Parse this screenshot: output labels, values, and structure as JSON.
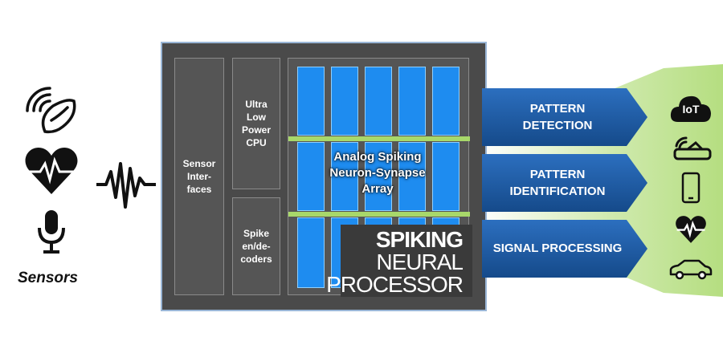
{
  "sensors": {
    "label": "Sensors",
    "icons": [
      "nfc-signal-icon",
      "heart-rate-icon",
      "microphone-icon"
    ]
  },
  "chip": {
    "sensor_interfaces": "Sensor\nInter-\nfaces",
    "cpu": "Ultra\nLow\nPower\nCPU",
    "spike_codec": "Spike\nen/de-\ncoders",
    "array_title": "Analog Spiking\nNeuron-Synapse\nArray",
    "brand": {
      "line1": "SPIKING",
      "line2": "NEURAL",
      "line3": "PROCESSOR"
    }
  },
  "outputs": [
    {
      "label": "PATTERN\nDETECTION"
    },
    {
      "label": "PATTERN\nIDENTIFICATION"
    },
    {
      "label": "SIGNAL PROCESSING"
    }
  ],
  "applications": [
    "iot-cloud-icon",
    "contactless-payment-icon",
    "smartphone-icon",
    "heart-rate-icon",
    "car-icon"
  ],
  "applications_text": {
    "iot": "IoT"
  },
  "colors": {
    "arrow_blue": "#1e5aa0",
    "cell_blue": "#1e8cf0",
    "green": "#a8d86a",
    "chip_gray": "#4a4a4a"
  }
}
